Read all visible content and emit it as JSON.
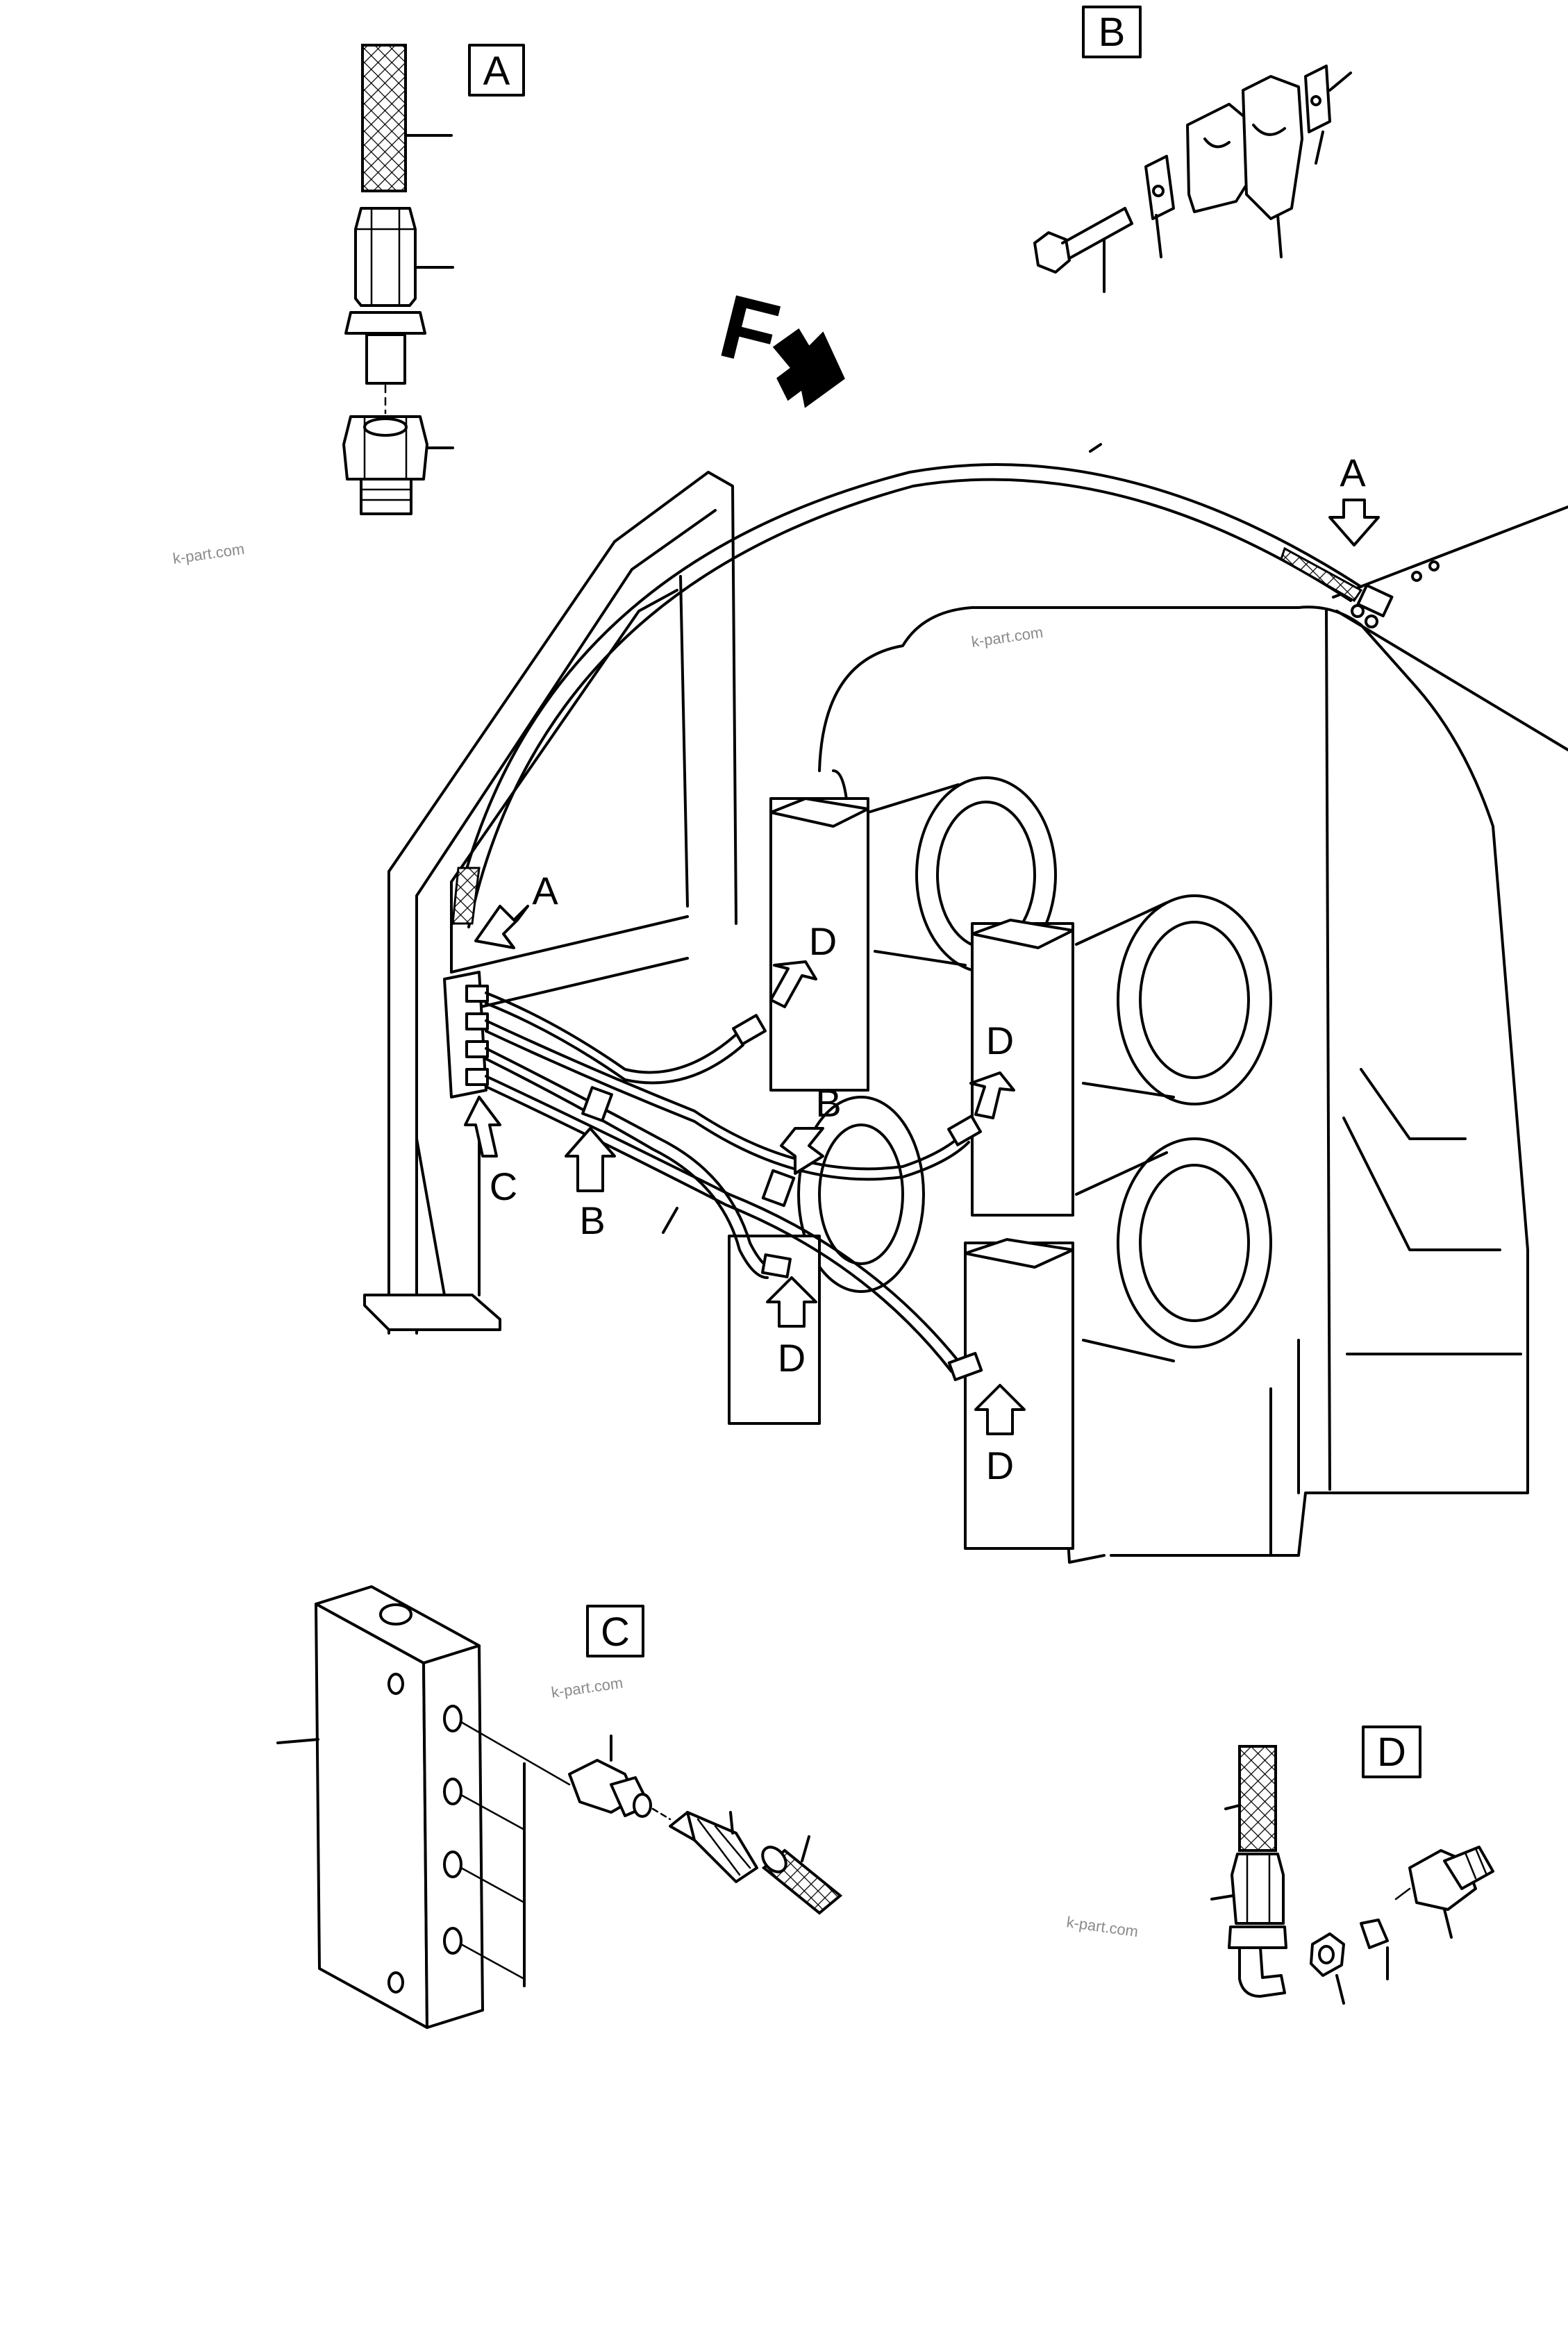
{
  "detail_boxes": {
    "a": "A",
    "b": "B",
    "c": "C",
    "d": "D"
  },
  "direction_label": "F",
  "callouts": {
    "a_top": "A",
    "a_left": "A",
    "b_upper": "B",
    "b_lower": "B",
    "c": "C",
    "d1": "D",
    "d2": "D",
    "d3": "D",
    "d4": "D"
  },
  "watermarks": [
    "k-part.com",
    "k-part.com",
    "k-part.com",
    "k-part.com"
  ],
  "colors": {
    "line": "#000000",
    "background": "#ffffff",
    "watermark": "#8a8a8a"
  }
}
